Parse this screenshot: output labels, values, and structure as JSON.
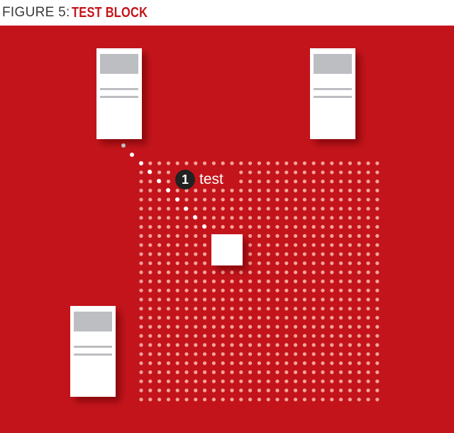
{
  "figure": {
    "prefix": "FIGURE 5:",
    "title": "TEST BLOCK"
  },
  "callout": {
    "number": "1",
    "label": "test"
  },
  "colors": {
    "background": "#c4141b",
    "server": "#ffffff",
    "server_screen": "#bdbec1",
    "server_lines": "#bdbec1",
    "grid_dot": "#f4a49a",
    "path_dot": "#ffffff",
    "badge": "#222222"
  },
  "icons": [
    "server-icon",
    "block-icon",
    "dotted-path",
    "dot-grid"
  ]
}
